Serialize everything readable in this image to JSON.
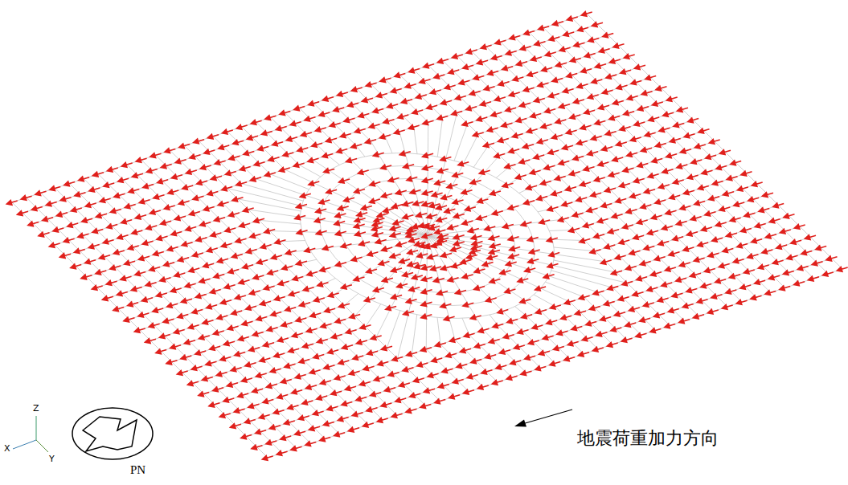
{
  "diagram": {
    "labels": [
      "Z",
      "X",
      "Y",
      "PN",
      "地震荷重加力方向"
    ]
  }
}
